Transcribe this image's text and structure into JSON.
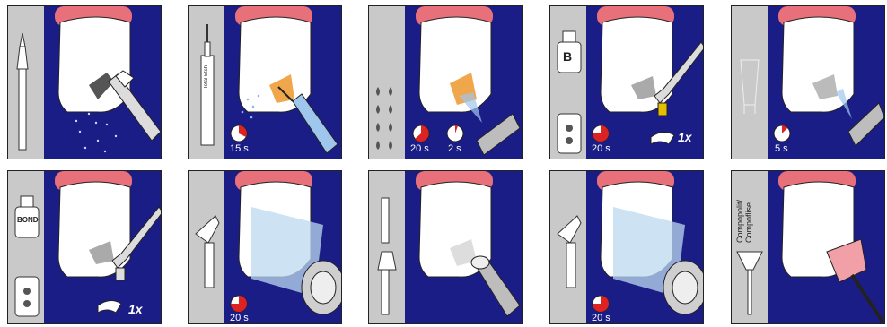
{
  "colors": {
    "background": "#1b1d86",
    "sidebar": "#c9c9c9",
    "gum": "#e8707a",
    "tooth": "#ffffff",
    "etch": "#f0a64a",
    "light": "#bcd9f0",
    "polisher": "#f2a0a8"
  },
  "panels": [
    {
      "icon": "bur-icon",
      "tool": "handpiece-icon"
    },
    {
      "icon": "syringe-icon",
      "tool": "syringe-tip-icon",
      "syringe_label": "Total Etch",
      "timer": "15 s"
    },
    {
      "icon": "water-drops-icon",
      "tool": "air-water-syringe-icon",
      "timers": [
        "20 s",
        "2 s"
      ]
    },
    {
      "icon": "bottle-b-icon",
      "tool": "applicator-icon",
      "bottle_letter": "B",
      "timer": "20 s",
      "count": "1x"
    },
    {
      "icon": "brush-icon",
      "tool": "air-syringe-icon",
      "timer": "5 s"
    },
    {
      "icon": "bond-bottle-icon",
      "tool": "applicator-icon",
      "bottle_letter": "BOND",
      "count": "1x"
    },
    {
      "icon": "curing-tip-icon",
      "tool": "curing-light-icon",
      "timer": "20 s"
    },
    {
      "icon": "instrument-icon",
      "tool": "composite-tool-icon"
    },
    {
      "icon": "curing-tip-icon",
      "tool": "curing-light-icon",
      "timer": "20 s"
    },
    {
      "icon": "polisher-icon",
      "tool": "polisher-cup-icon",
      "vertical_label": "Compopolit/ Compoflise"
    }
  ]
}
